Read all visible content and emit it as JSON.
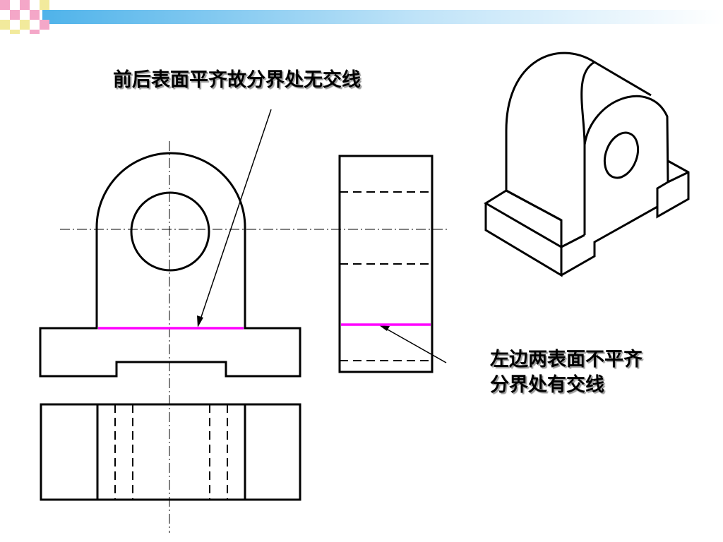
{
  "annotations": {
    "top_note": "前后表面平齐故分界处无交线",
    "right_note_line1": "左边两表面不平齐",
    "right_note_line2": "分界处有交线"
  },
  "colors": {
    "accent_line": "#ff00ff",
    "header_bar": "#4fb3ea",
    "header_squares_pink": "#f4a7c8",
    "header_squares_yellow": "#f2ea9c",
    "outline": "#000000"
  }
}
